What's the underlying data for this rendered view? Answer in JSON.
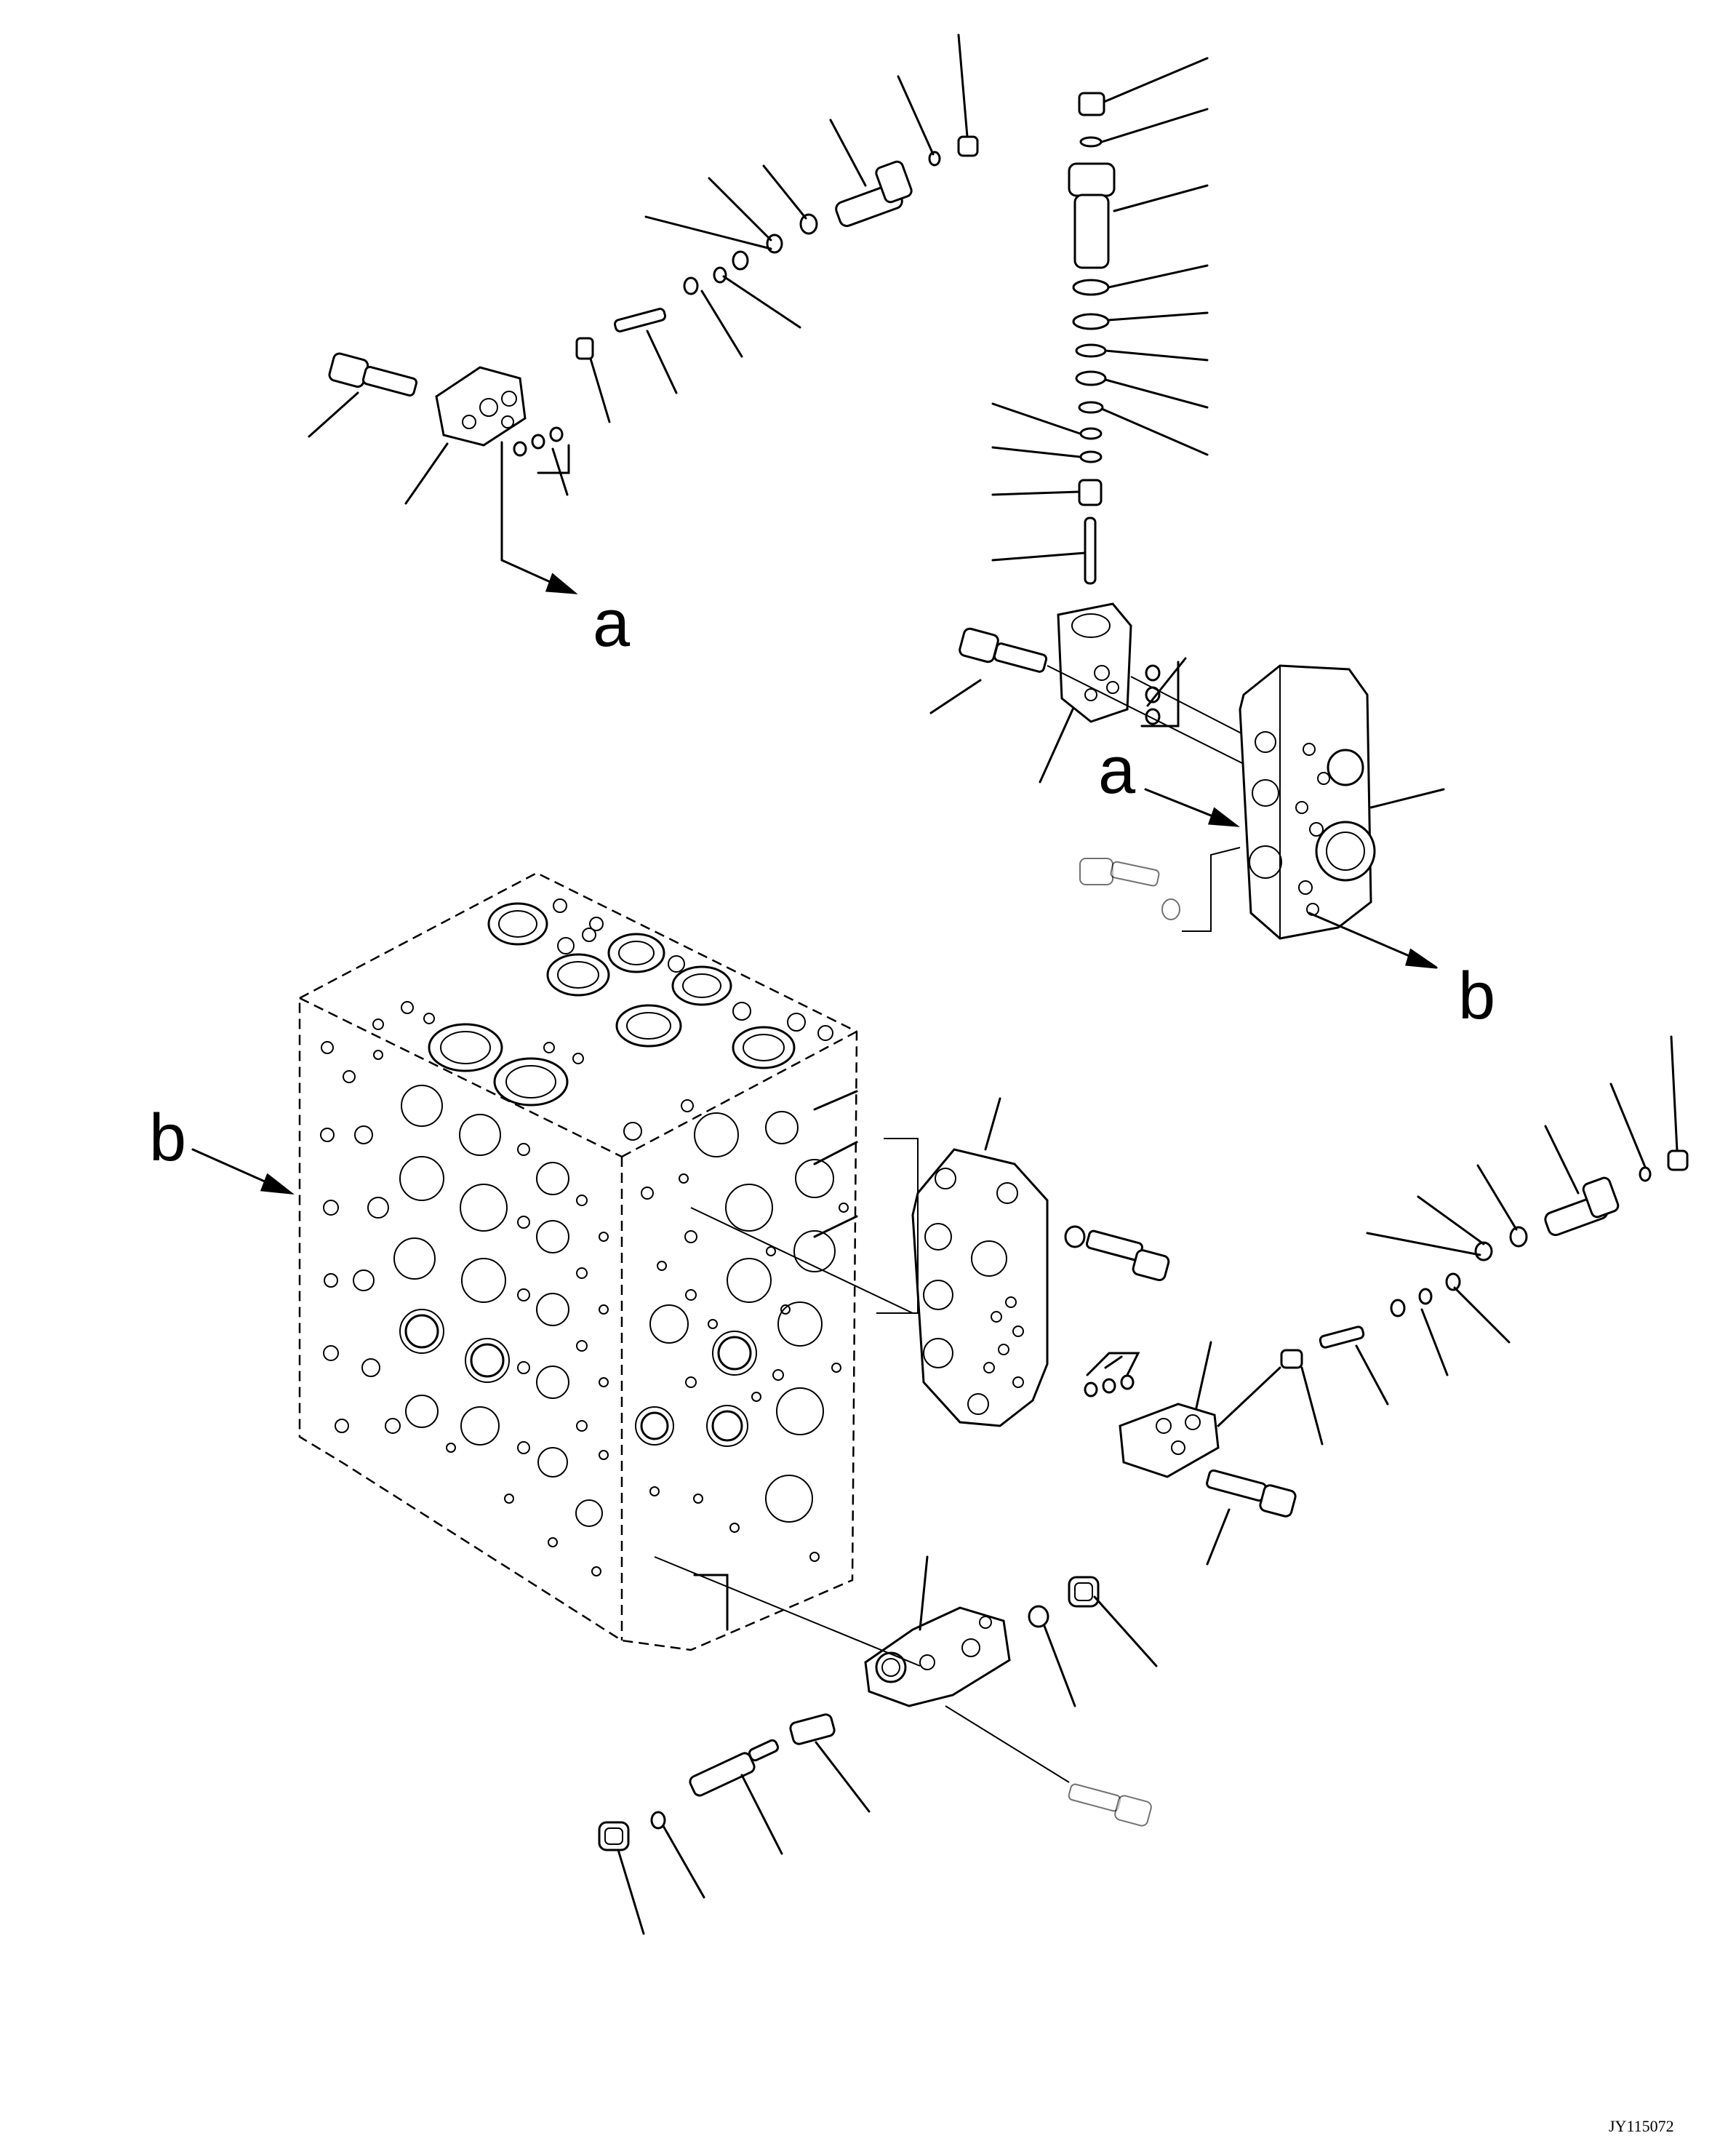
{
  "callouts": {
    "a_top": "a",
    "a_mid": "a",
    "b_mid": "b",
    "b_left": "b"
  },
  "drawing_code": "JY115072"
}
